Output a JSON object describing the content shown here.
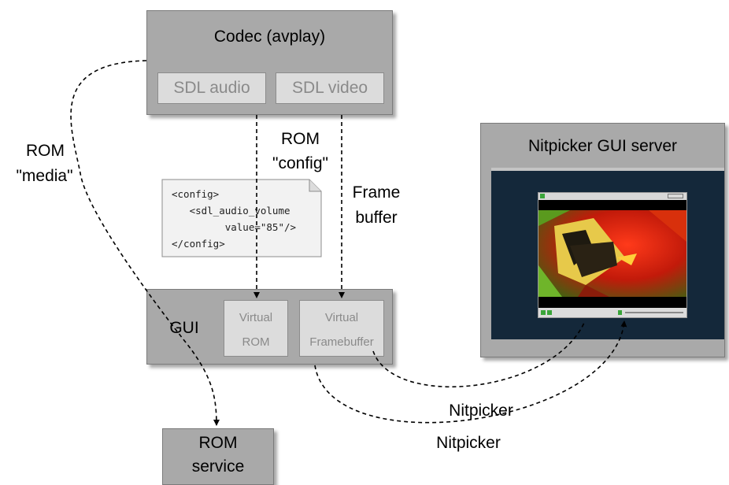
{
  "codec": {
    "title": "Codec (avplay)",
    "sdl_audio": "SDL audio",
    "sdl_video": "SDL video"
  },
  "labels": {
    "rom_media_1": "ROM",
    "rom_media_2": "\"media\"",
    "rom_config_1": "ROM",
    "rom_config_2": "\"config\"",
    "framebuffer_1": "Frame",
    "framebuffer_2": "buffer",
    "nitpicker_1": "Nitpicker",
    "nitpicker_2": "Nitpicker"
  },
  "config_doc": {
    "lines": [
      "<config>",
      "   <sdl_audio_volume",
      "         value=\"85\"/>",
      "</config>"
    ]
  },
  "gui": {
    "title": "GUI",
    "virtual_rom_1": "Virtual",
    "virtual_rom_2": "ROM",
    "virtual_fb_1": "Virtual",
    "virtual_fb_2": "Framebuffer"
  },
  "rom_service": {
    "line1": "ROM",
    "line2": "service"
  },
  "nitpicker_server": {
    "title": "Nitpicker GUI server"
  },
  "colors": {
    "box_gray": "#a9a9a9",
    "inner_gray": "#dcdcdc",
    "desktop": "#14283a",
    "doc": "#f2f2f2"
  }
}
